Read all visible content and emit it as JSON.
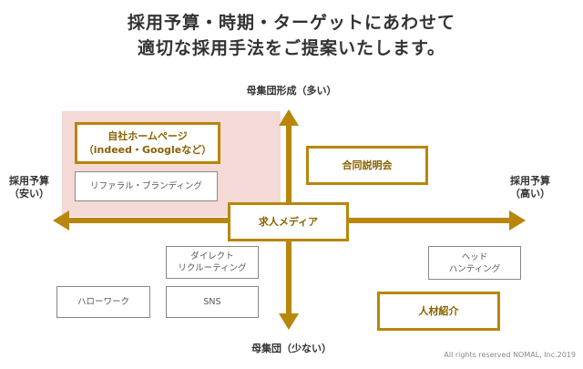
{
  "title": {
    "line1": "採用予算・時期・ターゲットにあわせて",
    "line2": "適切な採用手法をご提案いたします。"
  },
  "axes": {
    "top": "母集団形成（多い）",
    "bottom": "母集団（少ない）",
    "left_line1": "採用予算",
    "left_line2": "（安い）",
    "right_line1": "採用予算",
    "right_line2": "（高い）"
  },
  "methods": {
    "corporate_site_line1": "自社ホームページ",
    "corporate_site_line2": "（indeed・Googleなど）",
    "referral": "リファラル・ブランディング",
    "job_media": "求人メディア",
    "info_session": "合同説明会",
    "direct_line1": "ダイレクト",
    "direct_line2": "リクルーティング",
    "hellowork": "ハローワーク",
    "sns": "SNS",
    "headhunting_line1": "ヘッド",
    "headhunting_line2": "ハンティング",
    "agency": "人材紹介"
  },
  "colors": {
    "accent": "#b8860b",
    "highlight": "#f5d9d6"
  },
  "footer": "All rights reserved NOMAL, Inc.2019"
}
